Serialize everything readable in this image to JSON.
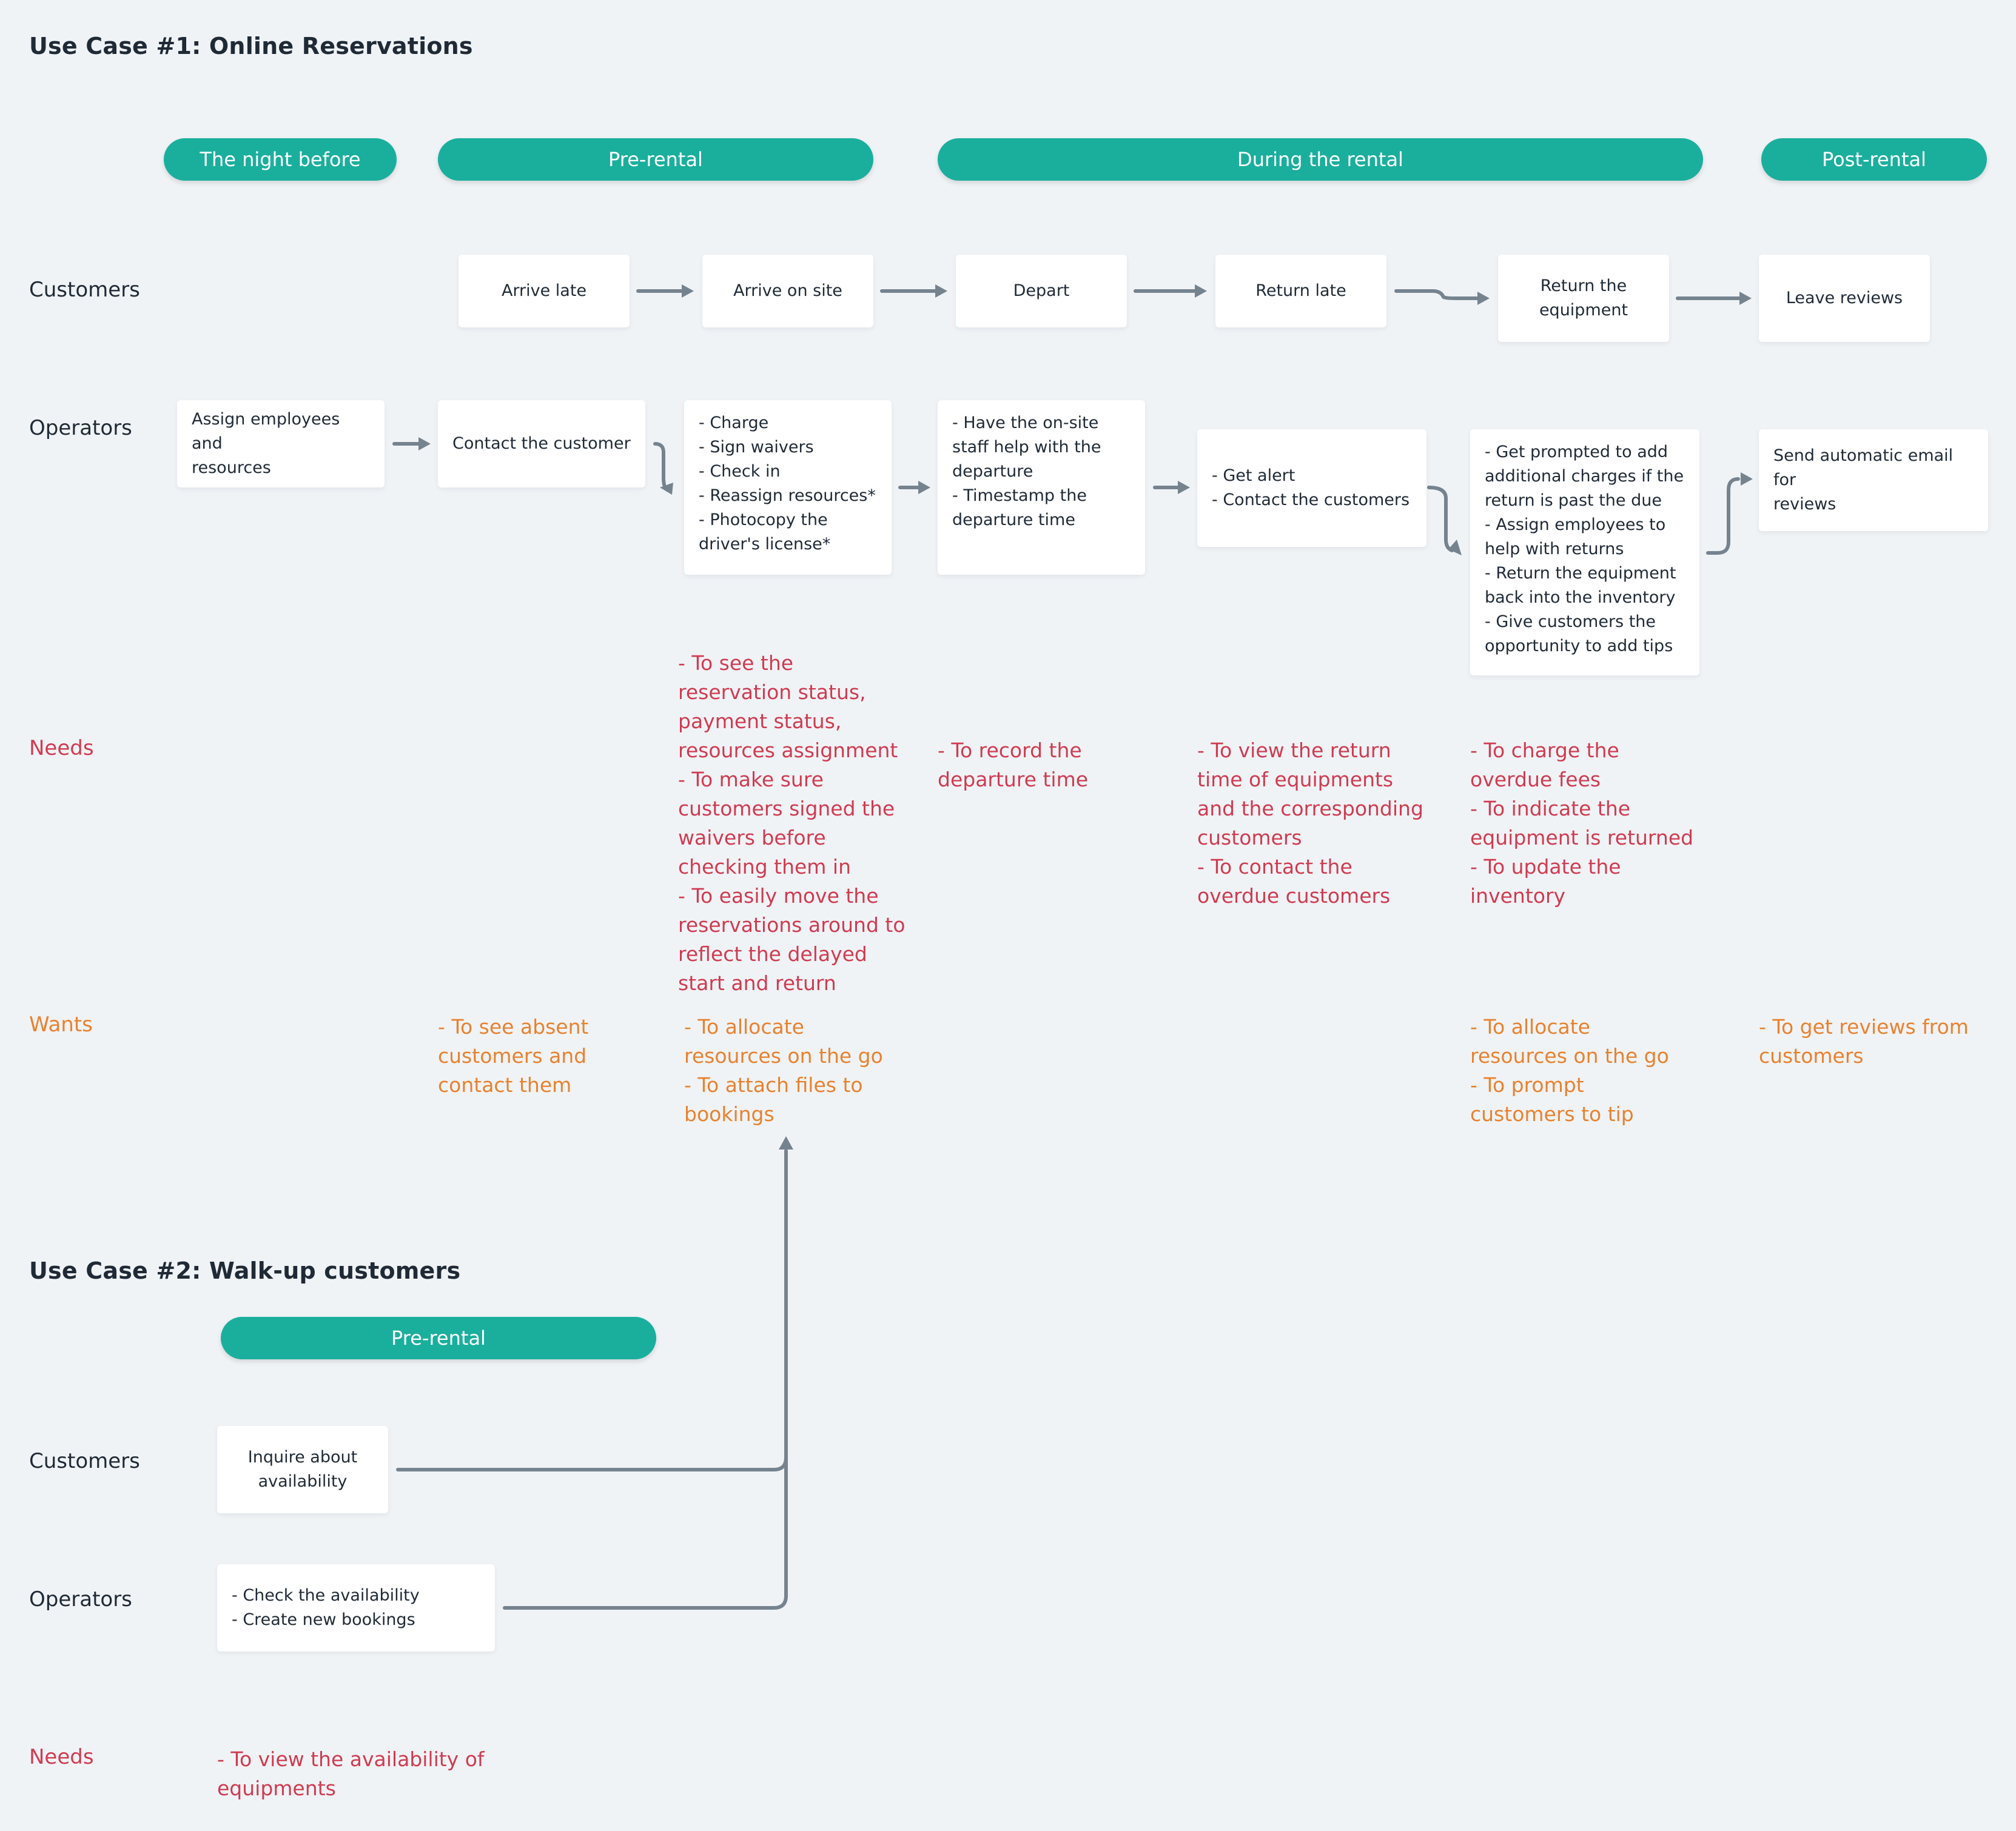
{
  "use_case_1": {
    "title": "Use Case #1: Online Reservations",
    "phases": [
      "The night before",
      "Pre-rental",
      "During the rental",
      "Post-rental"
    ],
    "row_labels": {
      "customers": "Customers",
      "operators": "Operators",
      "needs": "Needs",
      "wants": "Wants"
    },
    "customers": [
      "Arrive late",
      "Arrive on site",
      "Depart",
      "Return late",
      "Return the\nequipment",
      "Leave reviews"
    ],
    "operators": [
      "Assign employees and\nresources",
      "Contact the customer",
      "- Charge\n- Sign waivers\n- Check in\n- Reassign resources*\n- Photocopy the\ndriver's license*",
      "- Have the on-site\nstaff help with the\ndeparture\n- Timestamp the\ndeparture time",
      "- Get alert\n- Contact the customers",
      "- Get prompted to add\nadditional charges if the\nreturn is past the due\n- Assign employees to\nhelp with returns\n- Return the equipment\nback into the inventory\n- Give customers the\nopportunity to add tips",
      "Send automatic email for\nreviews"
    ],
    "needs": [
      "- To see the\nreservation status,\npayment status,\nresources assignment\n- To make sure\ncustomers signed the\nwaivers before\nchecking them in\n- To easily move the\nreservations around to\nreflect the delayed\nstart and return",
      "- To record the\ndeparture time",
      "- To view the return\ntime of equipments\nand the corresponding\ncustomers\n- To contact the\noverdue customers",
      "- To charge the\noverdue fees\n- To indicate the\nequipment is returned\n- To update the\ninventory"
    ],
    "wants": [
      "- To see absent\ncustomers and\ncontact them",
      "- To allocate\nresources on the go\n- To attach files to\nbookings",
      "- To allocate\nresources on the go\n- To prompt\ncustomers to tip",
      "- To get reviews from\ncustomers"
    ]
  },
  "use_case_2": {
    "title": "Use Case #2: Walk-up customers",
    "phases": [
      "Pre-rental"
    ],
    "row_labels": {
      "customers": "Customers",
      "operators": "Operators",
      "needs": "Needs"
    },
    "customers": [
      "Inquire about\navailability"
    ],
    "operators": [
      "- Check the availability\n- Create new bookings"
    ],
    "needs": [
      "- To view the availability of\nequipments"
    ]
  },
  "colors": {
    "background": "#f0f3f6",
    "phase_pill": "#1aaf9d",
    "needs_text": "#d03b50",
    "wants_text": "#e8822e",
    "arrow": "#75838f",
    "card": "#ffffff"
  }
}
